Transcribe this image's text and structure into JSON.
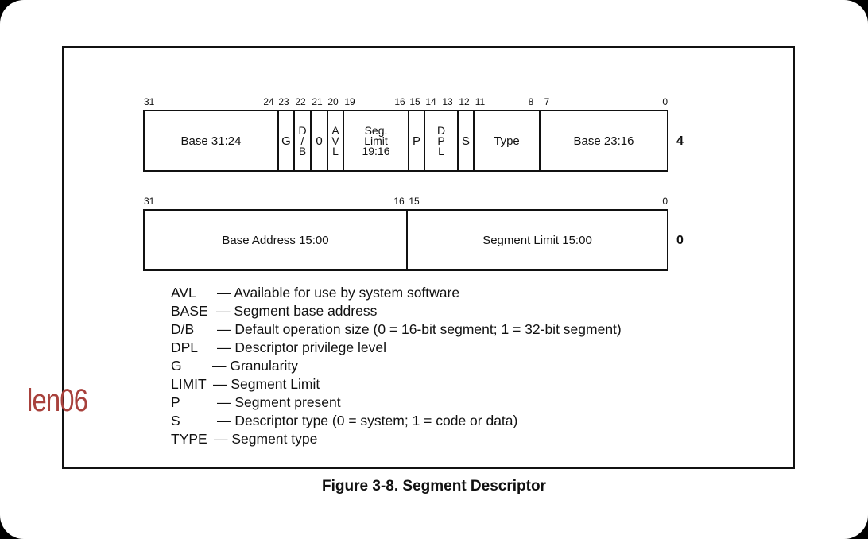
{
  "high_dword": {
    "offset": "4",
    "bit_numbers": [
      "31",
      "24",
      "23",
      "22",
      "21",
      "20",
      "19",
      "16",
      "15",
      "14",
      "13",
      "12",
      "11",
      "8",
      "7",
      "0"
    ],
    "fields": {
      "base_31_24": "Base 31:24",
      "g": "G",
      "db": [
        "D",
        "/",
        "B"
      ],
      "zero": "0",
      "avl": [
        "A",
        "V",
        "L"
      ],
      "seg_limit": [
        "Seg.",
        "Limit",
        "19:16"
      ],
      "p": "P",
      "dpl": [
        "D",
        "P",
        "L"
      ],
      "s": "S",
      "type": "Type",
      "base_23_16": "Base 23:16"
    }
  },
  "low_dword": {
    "offset": "0",
    "bit_numbers": [
      "31",
      "16",
      "15",
      "0"
    ],
    "fields": {
      "base_address": "Base Address 15:00",
      "segment_limit": "Segment Limit 15:00"
    }
  },
  "legend": [
    {
      "abbr": "AVL",
      "desc": "— Available for use by system software"
    },
    {
      "abbr": "BASE",
      "desc": "— Segment base address"
    },
    {
      "abbr": "D/B",
      "desc": "— Default operation size (0 = 16-bit segment; 1 = 32-bit segment)"
    },
    {
      "abbr": "DPL",
      "desc": "— Descriptor privilege level"
    },
    {
      "abbr": "G",
      "desc": "— Granularity"
    },
    {
      "abbr": "LIMIT",
      "desc": "— Segment Limit"
    },
    {
      "abbr": "P",
      "desc": "— Segment present"
    },
    {
      "abbr": "S",
      "desc": "— Descriptor type (0 = system; 1 = code or data)"
    },
    {
      "abbr": "TYPE",
      "desc": "— Segment type"
    }
  ],
  "caption": "Figure 3-8.  Segment Descriptor",
  "watermark": "len06"
}
